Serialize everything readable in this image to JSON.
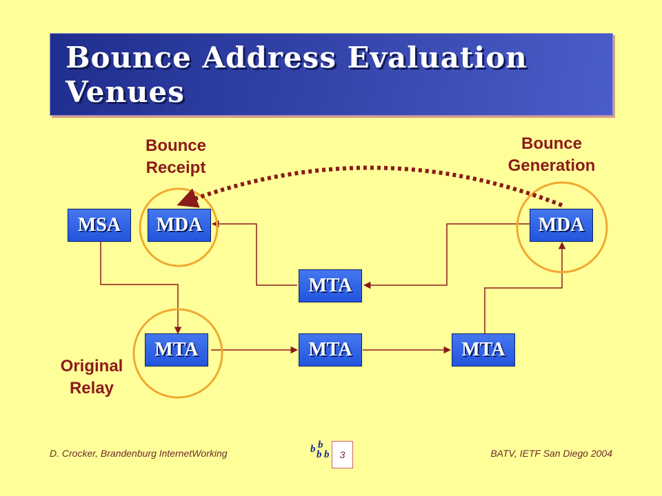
{
  "slide": {
    "title": "Bounce Address Evaluation Venues",
    "footer_left": "D. Crocker, Brandenburg InternetWorking",
    "footer_right": "BATV, IETF San Diego 2004",
    "page_number": "3",
    "logo_letters": [
      "b",
      "b",
      "b",
      "b"
    ]
  },
  "nodes": {
    "msa": "MSA",
    "mda_left": "MDA",
    "mda_right": "MDA",
    "mta_return": "MTA",
    "mta_1": "MTA",
    "mta_2": "MTA",
    "mta_3": "MTA"
  },
  "labels": {
    "bounce_receipt": [
      "Bounce",
      "Receipt"
    ],
    "bounce_generation": [
      "Bounce",
      "Generation"
    ],
    "original_relay": [
      "Original",
      "Relay"
    ]
  },
  "colors": {
    "background": "#FFFF99",
    "node_fill": "#2F63E8",
    "connector": "#8B1A1A",
    "highlight_circle": "#F0A830",
    "label_text": "#8B1A1A"
  }
}
